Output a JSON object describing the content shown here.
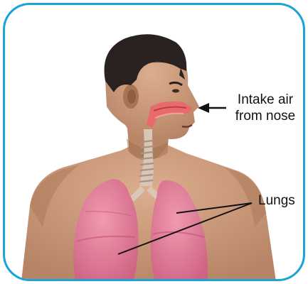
{
  "labels": {
    "intake_line1": "Intake air",
    "intake_line2": "from nose",
    "lungs": "Lungs"
  },
  "colors": {
    "frame": "#1aa3d9",
    "skin": "#c99878",
    "skin_shadow": "#a87456",
    "hair": "#2a2220",
    "lung": "#e27a95",
    "lung_dark": "#c85a78",
    "trachea": "#d8c6b6",
    "airway": "#e86a6a",
    "arrow": "#111111"
  }
}
